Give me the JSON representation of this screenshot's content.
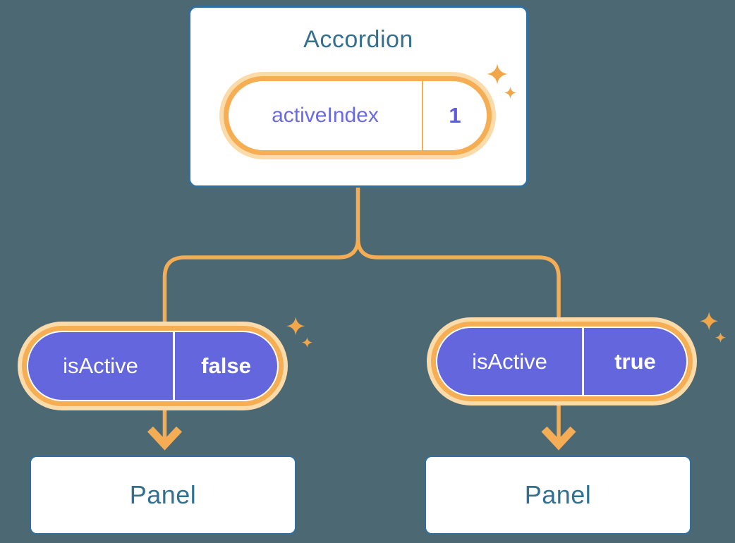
{
  "diagram": {
    "root": {
      "title": "Accordion",
      "state": {
        "name": "activeIndex",
        "value": "1"
      }
    },
    "children": [
      {
        "prop": {
          "name": "isActive",
          "value": "false"
        },
        "panel_label": "Panel"
      },
      {
        "prop": {
          "name": "isActive",
          "value": "true"
        },
        "panel_label": "Panel"
      }
    ]
  },
  "colors": {
    "background": "#4C6873",
    "card_border": "#2F70A0",
    "heading_text": "#36708F",
    "orange_line": "#F5AD55",
    "orange_ring": "#F6AE55",
    "peach_glow": "#FBDBA9",
    "purple_fill": "#6366DC",
    "indigo_text": "#6A6AE6",
    "sparkle": "#F2A64A",
    "white": "#FFFFFF"
  }
}
